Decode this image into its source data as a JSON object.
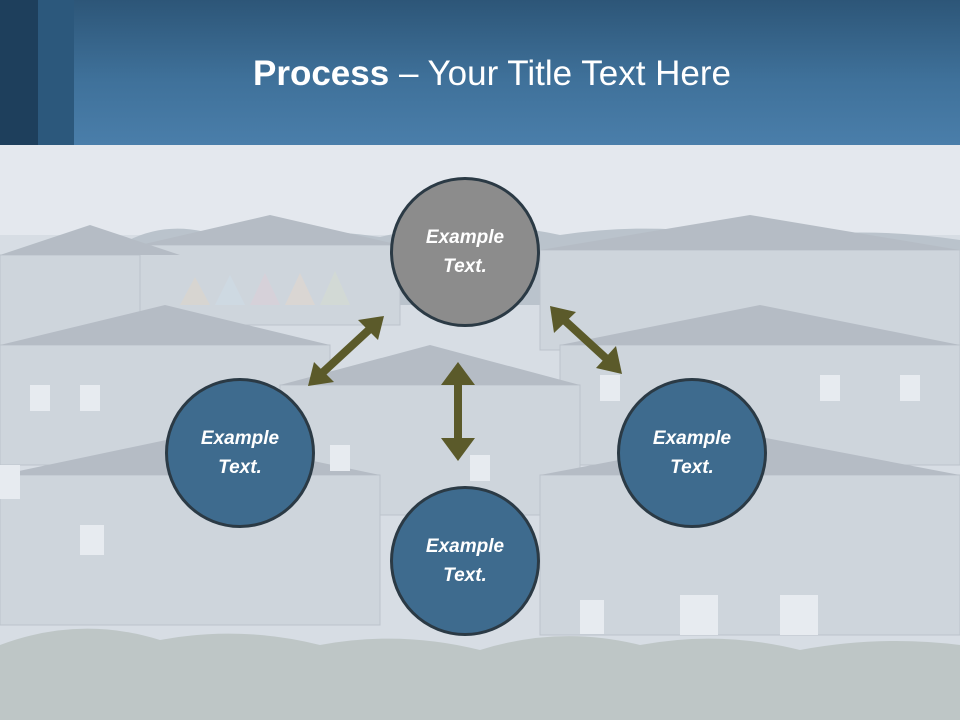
{
  "title": {
    "bold": "Process",
    "rest": " – Your Title Text Here"
  },
  "nodes": {
    "top": "Example Text.",
    "left": "Example Text.",
    "right": "Example Text.",
    "bottom": "Example Text."
  },
  "colors": {
    "header": "#3f719a",
    "node_blue": "#3e6b8e",
    "node_gray": "#8c8c8c",
    "arrow": "#5b5a2a"
  }
}
